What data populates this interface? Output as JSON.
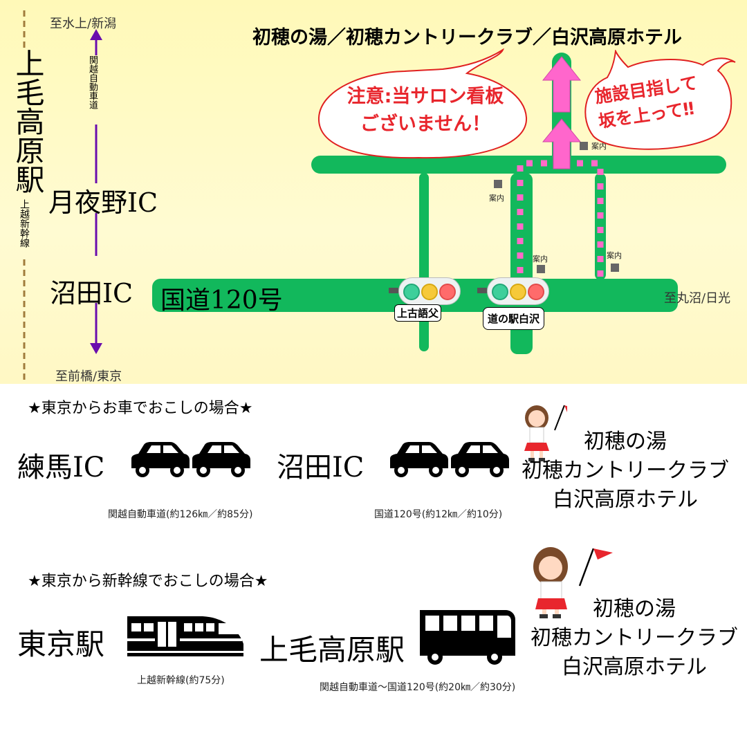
{
  "map": {
    "top_banner": "初穂の湯／初穂カントリークラブ／白沢高原ホテル",
    "bubble_notice": [
      "注意:当サロン看板",
      "ございません！"
    ],
    "bubble_uphill": [
      "施設目指して",
      "坂を上って‼"
    ],
    "station_vertical": "上毛高原駅",
    "shinkansen_vertical": "上越新幹線",
    "expressway_vertical": "関越自動車道",
    "to_north": "至水上/新潟",
    "to_south": "至前橋/東京",
    "to_east": "至丸沼/日光",
    "ic_tsukiyono": "月夜野IC",
    "ic_numata": "沼田IC",
    "route": "国道120号",
    "annai": "案内",
    "signal_1": "上古語父",
    "signal_2": "道の駅白沢",
    "colors": {
      "road": "#12b85c",
      "dots": "#ff6ac8",
      "arrow": "#ff66cc",
      "expressway": "#6a0dad",
      "bubble_text": "#e8262d"
    }
  },
  "car": {
    "title": "★東京からお車でおこしの場合★",
    "start": "練馬IC",
    "mid": "沼田IC",
    "note1": "関越自動車道(約126㎞／約85分)",
    "note2": "国道120号(約12㎞／約10分)",
    "dest": [
      "初穂の湯",
      "初穂カントリークラブ",
      "白沢高原ホテル"
    ]
  },
  "train": {
    "title": "★東京から新幹線でおこしの場合★",
    "start": "東京駅",
    "mid": "上毛高原駅",
    "note1": "上越新幹線(約75分)",
    "note2": "関越自動車道～国道120号(約20㎞／約30分)",
    "dest": [
      "初穂の湯",
      "初穂カントリークラブ",
      "白沢高原ホテル"
    ]
  },
  "icons": [
    "car-icon",
    "train-icon",
    "bus-icon",
    "guide-girl-icon",
    "flag-icon"
  ]
}
